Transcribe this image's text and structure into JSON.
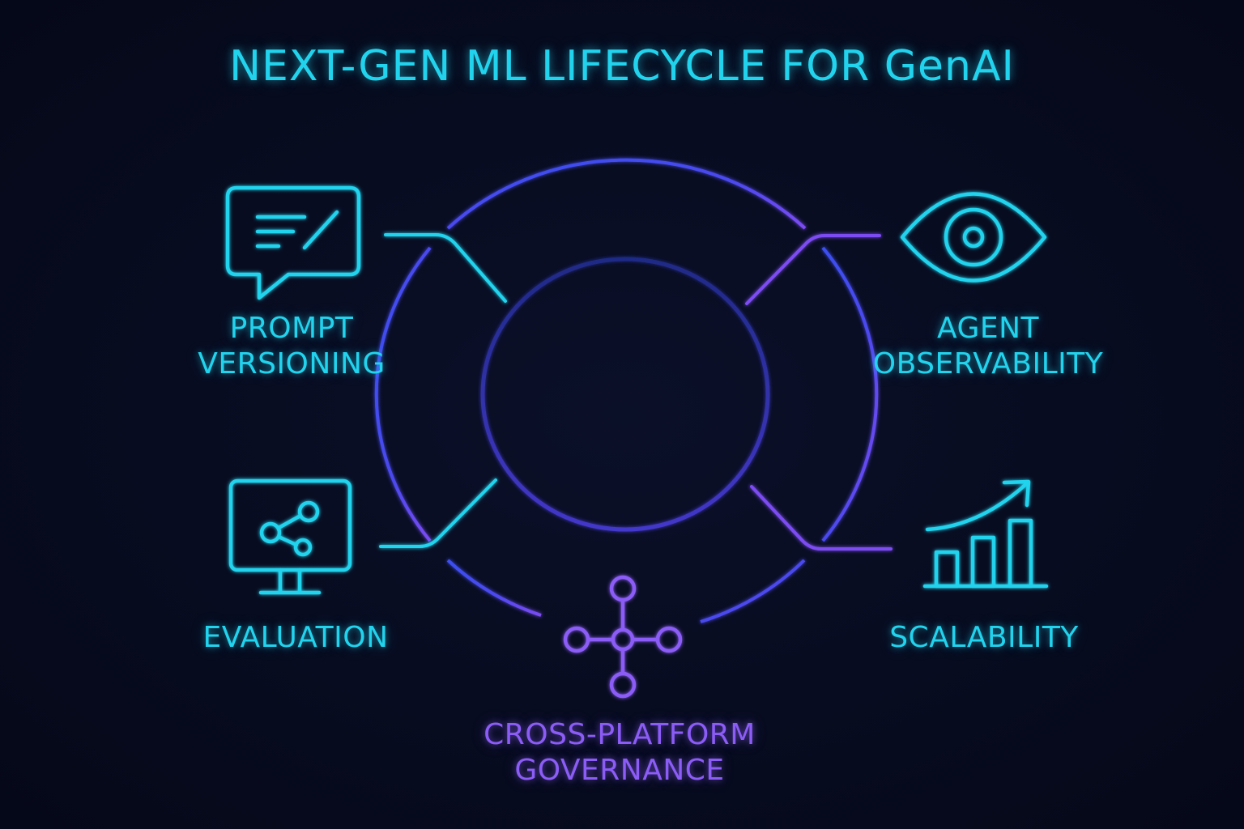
{
  "title": "NEXT-GEN ML LIFECYCLE FOR GenAI",
  "colors": {
    "background": "#070b1e",
    "cyan": "#22d3ee",
    "blue": "#3b4ff0",
    "violet": "#8b5cf6"
  },
  "nodes": [
    {
      "id": "prompt",
      "icon": "chat-bubble-pen-icon",
      "lines": [
        "PROMPT",
        "VERSIONING"
      ]
    },
    {
      "id": "agent",
      "icon": "eye-icon",
      "lines": [
        "AGENT",
        "OBSERVABILITY"
      ]
    },
    {
      "id": "eval",
      "icon": "monitor-share-icon",
      "lines": [
        "EVALUATION"
      ]
    },
    {
      "id": "scale",
      "icon": "bar-chart-trend-icon",
      "lines": [
        "SCALABILITY"
      ]
    },
    {
      "id": "gov",
      "icon": "network-hub-icon",
      "lines": [
        "CROSS-PLATFORM",
        "GOVERNANCE"
      ]
    }
  ]
}
